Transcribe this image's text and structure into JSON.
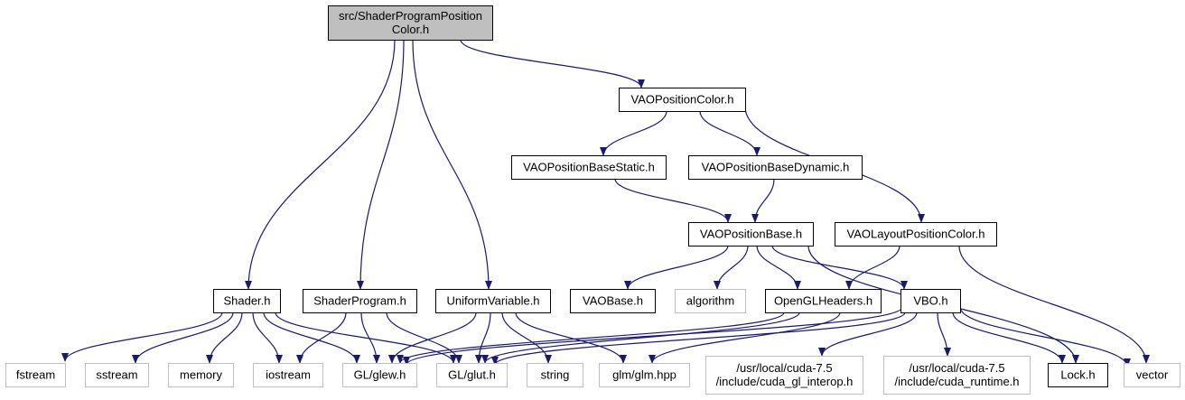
{
  "graph": {
    "colors": {
      "edge": "#191970",
      "node_border": "#000000",
      "external_border": "#bfbfbf",
      "root_fill": "#bfbfbf",
      "node_fill": "#ffffff",
      "external_text": "#404040"
    },
    "nodes": {
      "root": {
        "label": [
          "src/ShaderProgramPosition",
          "Color.h"
        ],
        "kind": "root"
      },
      "vao_position_color": {
        "label": [
          "VAOPositionColor.h"
        ],
        "kind": "internal"
      },
      "vao_position_base_static": {
        "label": [
          "VAOPositionBaseStatic.h"
        ],
        "kind": "internal"
      },
      "vao_position_base_dynamic": {
        "label": [
          "VAOPositionBaseDynamic.h"
        ],
        "kind": "internal"
      },
      "vao_position_base": {
        "label": [
          "VAOPositionBase.h"
        ],
        "kind": "internal"
      },
      "vao_layout_position_color": {
        "label": [
          "VAOLayoutPositionColor.h"
        ],
        "kind": "internal"
      },
      "shader": {
        "label": [
          "Shader.h"
        ],
        "kind": "internal"
      },
      "shader_program": {
        "label": [
          "ShaderProgram.h"
        ],
        "kind": "internal"
      },
      "uniform_variable": {
        "label": [
          "UniformVariable.h"
        ],
        "kind": "internal"
      },
      "vao_base": {
        "label": [
          "VAOBase.h"
        ],
        "kind": "internal"
      },
      "algorithm": {
        "label": [
          "algorithm"
        ],
        "kind": "external"
      },
      "opengl_headers": {
        "label": [
          "OpenGLHeaders.h"
        ],
        "kind": "internal"
      },
      "vbo": {
        "label": [
          "VBO.h"
        ],
        "kind": "internal"
      },
      "fstream": {
        "label": [
          "fstream"
        ],
        "kind": "external"
      },
      "sstream": {
        "label": [
          "sstream"
        ],
        "kind": "external"
      },
      "memory": {
        "label": [
          "memory"
        ],
        "kind": "external"
      },
      "iostream": {
        "label": [
          "iostream"
        ],
        "kind": "external"
      },
      "gl_glew": {
        "label": [
          "GL/glew.h"
        ],
        "kind": "external"
      },
      "gl_glut": {
        "label": [
          "GL/glut.h"
        ],
        "kind": "external"
      },
      "string": {
        "label": [
          "string"
        ],
        "kind": "external"
      },
      "glm": {
        "label": [
          "glm/glm.hpp"
        ],
        "kind": "external"
      },
      "cuda_gl_interop": {
        "label": [
          "/usr/local/cuda-7.5",
          "/include/cuda_gl_interop.h"
        ],
        "kind": "external"
      },
      "cuda_runtime": {
        "label": [
          "/usr/local/cuda-7.5",
          "/include/cuda_runtime.h"
        ],
        "kind": "external"
      },
      "lock": {
        "label": [
          "Lock.h"
        ],
        "kind": "internal"
      },
      "vector": {
        "label": [
          "vector"
        ],
        "kind": "external"
      }
    },
    "edges": [
      [
        "root",
        "shader"
      ],
      [
        "root",
        "shader_program"
      ],
      [
        "root",
        "uniform_variable"
      ],
      [
        "root",
        "vao_position_color"
      ],
      [
        "vao_position_color",
        "vao_position_base_static"
      ],
      [
        "vao_position_color",
        "vao_position_base_dynamic"
      ],
      [
        "vao_position_color",
        "vao_layout_position_color"
      ],
      [
        "vao_position_base_static",
        "vao_position_base"
      ],
      [
        "vao_position_base_dynamic",
        "vao_position_base"
      ],
      [
        "vao_position_base",
        "vao_base"
      ],
      [
        "vao_position_base",
        "algorithm"
      ],
      [
        "vao_position_base",
        "opengl_headers"
      ],
      [
        "vao_position_base",
        "vbo"
      ],
      [
        "vao_position_base",
        "lock"
      ],
      [
        "vao_layout_position_color",
        "opengl_headers"
      ],
      [
        "vao_layout_position_color",
        "vector"
      ],
      [
        "shader",
        "fstream"
      ],
      [
        "shader",
        "sstream"
      ],
      [
        "shader",
        "memory"
      ],
      [
        "shader",
        "iostream"
      ],
      [
        "shader",
        "gl_glew"
      ],
      [
        "shader",
        "gl_glut"
      ],
      [
        "shader_program",
        "iostream"
      ],
      [
        "shader_program",
        "gl_glew"
      ],
      [
        "shader_program",
        "gl_glut"
      ],
      [
        "uniform_variable",
        "gl_glew"
      ],
      [
        "uniform_variable",
        "gl_glut"
      ],
      [
        "uniform_variable",
        "string"
      ],
      [
        "uniform_variable",
        "glm"
      ],
      [
        "opengl_headers",
        "gl_glew"
      ],
      [
        "opengl_headers",
        "gl_glut"
      ],
      [
        "opengl_headers",
        "glm"
      ],
      [
        "vbo",
        "gl_glew"
      ],
      [
        "vbo",
        "gl_glut"
      ],
      [
        "vbo",
        "cuda_gl_interop"
      ],
      [
        "vbo",
        "cuda_runtime"
      ],
      [
        "vbo",
        "lock"
      ],
      [
        "vbo",
        "vector"
      ]
    ]
  }
}
